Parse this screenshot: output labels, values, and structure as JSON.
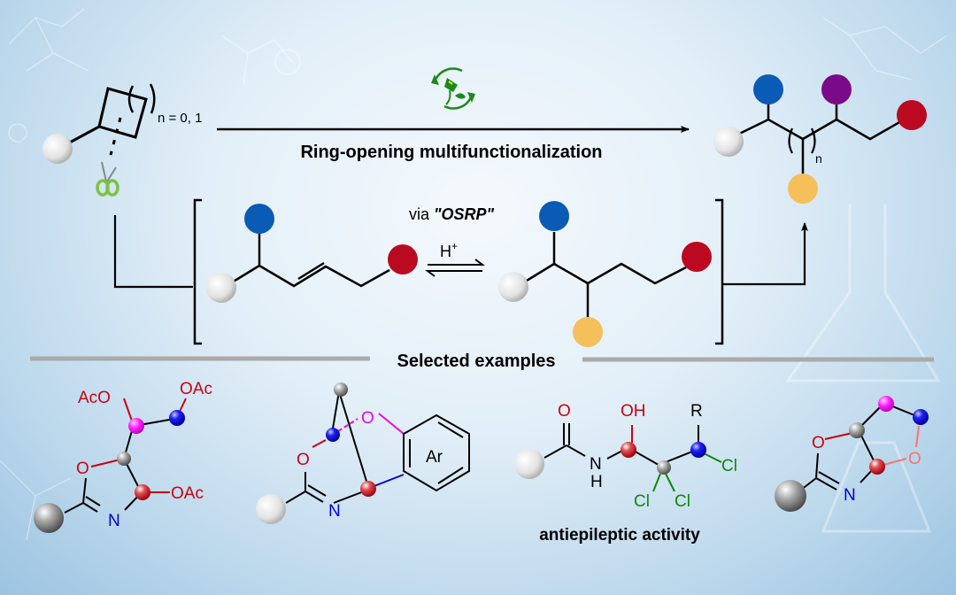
{
  "scheme": {
    "substrate": {
      "ring_label": "n = 0, 1"
    },
    "main_arrow": {
      "label": "Ring-opening multifunctionalization",
      "icon": "green-energy-plug-icon"
    },
    "product": {
      "repeat_label": "n"
    },
    "intermediate": {
      "via_label": "via ",
      "via_emphasis": "\"OSRP\"",
      "equilibrium_label": "H",
      "equilibrium_superscript": "+"
    },
    "divider": {
      "label": "Selected examples"
    }
  },
  "colors": {
    "substrate_ball": "#d8d8d8",
    "blue": "#0a5bb5",
    "purple": "#7a0a8a",
    "red": "#bb0a1f",
    "orange": "#f5c05a",
    "magenta": "#e000e0",
    "green_icon": "#1a8a1a",
    "scissor_green": "#7cc242"
  },
  "examples": [
    {
      "name": "tri-acetoxy-oxazoline",
      "labels": {
        "aco": "AcO",
        "oac_top": "OAc",
        "o_ring": "O",
        "oac_side": "OAc",
        "n": "N"
      }
    },
    {
      "name": "bridged-aryl-oxazine",
      "labels": {
        "o_top": "O",
        "o_ring": "O",
        "ar": "Ar",
        "n": "N"
      }
    },
    {
      "name": "trichloro-amide",
      "labels": {
        "o": "O",
        "oh": "OH",
        "r": "R",
        "n": "N",
        "h": "H",
        "cl1": "Cl",
        "cl2": "Cl",
        "cl3": "Cl"
      },
      "caption": "antiepileptic activity"
    },
    {
      "name": "fused-bicyclic-oxazoline",
      "labels": {
        "o_ring": "O",
        "o_peroxide": "O",
        "n": "N"
      }
    }
  ]
}
